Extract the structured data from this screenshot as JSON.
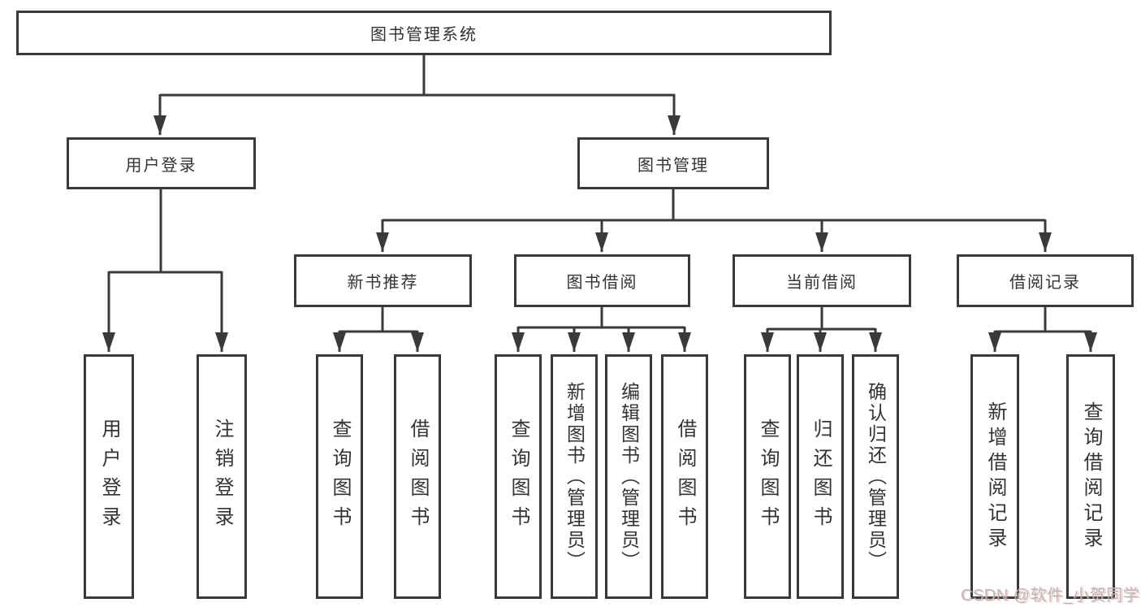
{
  "tree": {
    "root": "图书管理系统",
    "children": [
      {
        "label": "用户登录",
        "children": [
          "用户登录",
          "注销登录"
        ]
      },
      {
        "label": "图书管理",
        "children": [
          {
            "label": "新书推荐",
            "children": [
              "查询图书",
              "借阅图书"
            ]
          },
          {
            "label": "图书借阅",
            "children": [
              "查询图书",
              "新增图书（管理员）",
              "编辑图书（管理员）",
              "借阅图书"
            ]
          },
          {
            "label": "当前借阅",
            "children": [
              "查询图书",
              "归还图书",
              "确认归还（管理员）"
            ]
          },
          {
            "label": "借阅记录",
            "children": [
              "新增借阅记录",
              "查询借阅记录"
            ]
          }
        ]
      }
    ]
  },
  "watermark": {
    "text": "CSDN @软件_小贺同学"
  },
  "colors": {
    "line": "#3a3a3a",
    "box_border": "#3a3a3a",
    "text": "#333333",
    "background": "#ffffff",
    "watermark": "#b9b9b9",
    "watermark_accent": "#f08080"
  }
}
